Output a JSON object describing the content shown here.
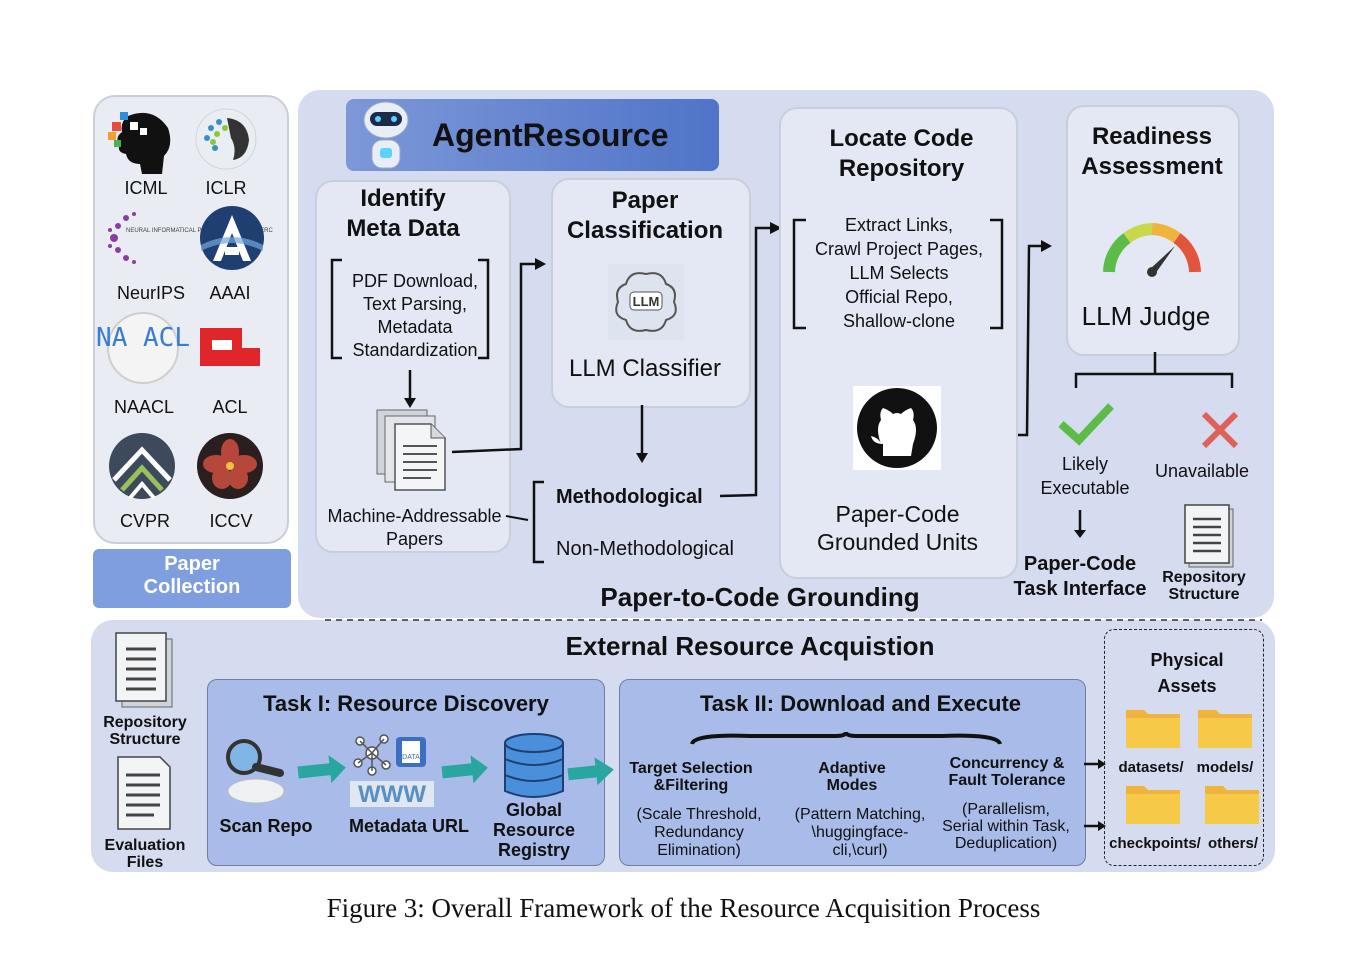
{
  "paper_collection": {
    "title": "Paper\nCollection",
    "venues": [
      {
        "name": "ICML",
        "icon": "head-logo-icon"
      },
      {
        "name": "ICLR",
        "icon": "iclr-logo-icon"
      },
      {
        "name": "NeurIPS",
        "icon": "neurips-logo-icon",
        "logo_text": "NEURAL INFORMATICAL PROCESSING 17-12 SERC"
      },
      {
        "name": "AAAI",
        "icon": "aaai-logo-icon"
      },
      {
        "name": "NAACL",
        "icon": "naacl-logo-icon",
        "logo_text": "NA ACL"
      },
      {
        "name": "ACL",
        "icon": "acl-logo-icon"
      },
      {
        "name": "CVPR",
        "icon": "cvpr-logo-icon"
      },
      {
        "name": "ICCV",
        "icon": "iccv-logo-icon"
      }
    ]
  },
  "agent_resource": {
    "title": "AgentResource",
    "icon": "robot-icon"
  },
  "grounding": {
    "title": "Paper-to-Code Grounding",
    "identify": {
      "title": "Identify\nMeta Data",
      "steps": "PDF Download,\nText Parsing,\nMetadata\nStandardization",
      "output": "Machine-Addressable\nPapers"
    },
    "classification": {
      "title": "Paper\nClassification",
      "classifier": "LLM Classifier",
      "llm_chip": "LLM",
      "methodological": "Methodological",
      "non_methodological": "Non-Methodological"
    },
    "locate": {
      "title": "Locate Code\nRepository",
      "steps": "Extract Links,\nCrawl Project Pages,\nLLM Selects\nOfficial Repo,\nShallow-clone",
      "output": "Paper-Code\nGrounded Units",
      "icon": "github-icon"
    },
    "readiness": {
      "title": "Readiness\nAssessment",
      "judge": "LLM Judge",
      "icon": "gauge-icon",
      "likely": "Likely\nExecutable",
      "unavailable": "Unavailable",
      "task_interface": "Paper-Code\nTask Interface",
      "repo_structure": "Repository\nStructure"
    }
  },
  "acquisition": {
    "title": "External Resource Acquistion",
    "left_docs": [
      "Repository\nStructure",
      "Evaluation\nFiles"
    ],
    "task1": {
      "title": "Task I: Resource Discovery",
      "items": [
        "Scan Repo",
        "Metadata URL",
        "Global\nResource\nRegistry"
      ],
      "www": "WWW",
      "data_badge": "DATA"
    },
    "task2": {
      "title": "Task II: Download and Execute",
      "modes": [
        {
          "title": "Target Selection\n&Filtering",
          "detail": "(Scale Threshold,\nRedundancy\nElimination)"
        },
        {
          "title": "Adaptive\nModes",
          "detail": "(Pattern Matching,\n\\huggingface-\ncli,\\curl)"
        },
        {
          "title": "Concurrency &\nFault Tolerance",
          "detail": "(Parallelism,\nSerial within Task,\nDeduplication)"
        }
      ]
    },
    "assets": {
      "title": "Physical\nAssets",
      "folders": [
        "datasets/",
        "models/",
        "checkpoints/",
        "others/"
      ]
    }
  },
  "caption": "Figure 3: Overall Framework of the Resource Acquisition Process",
  "colors": {
    "panel": "#d5dcef",
    "header": "#6d8fd6",
    "box": "#e3e8f4",
    "teal": "#2aa6a0",
    "check": "#5dbb47",
    "cross": "#e0605a",
    "folder": "#f7c948"
  }
}
